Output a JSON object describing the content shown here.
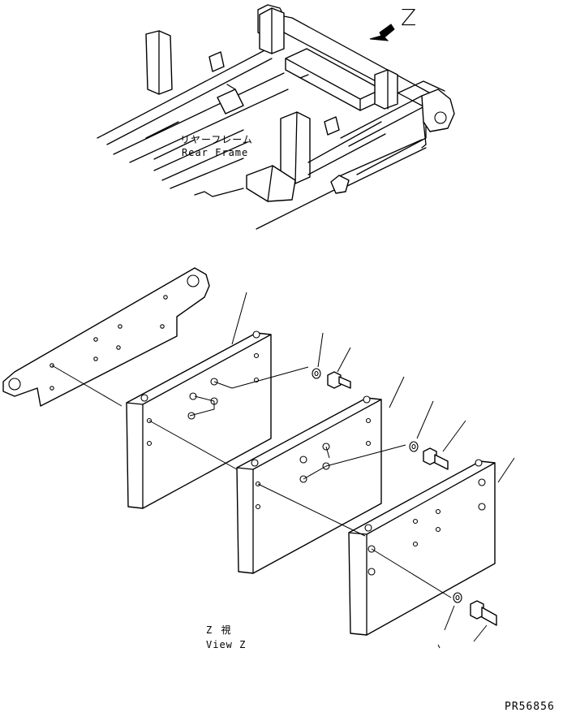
{
  "labels": {
    "view_letter": "Z",
    "rear_frame_jp": "リヤーフレーム",
    "rear_frame_en": "Rear Frame",
    "view_jp": "Z 視",
    "view_en": "View Z",
    "drawing_code": "PR56856"
  },
  "icons": {
    "direction_arrow": "view-direction-arrow-icon"
  }
}
